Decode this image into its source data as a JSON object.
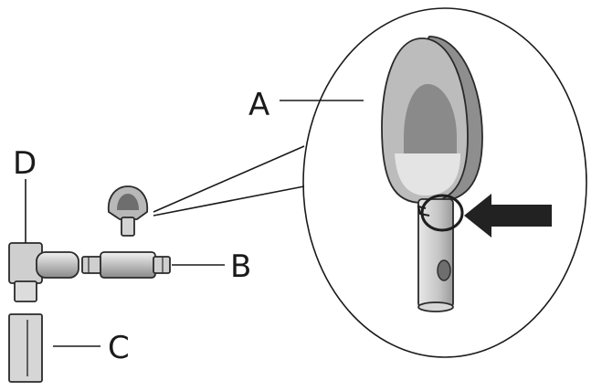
{
  "labels": {
    "a": "A",
    "b": "B",
    "c": "C",
    "d": "D"
  },
  "colors": {
    "outline": "#2a2a2a",
    "light_grey": "#e6e6e6",
    "mid_grey": "#b8b8b8",
    "dark_grey": "#7a7a7a",
    "arrow": "#222222"
  }
}
